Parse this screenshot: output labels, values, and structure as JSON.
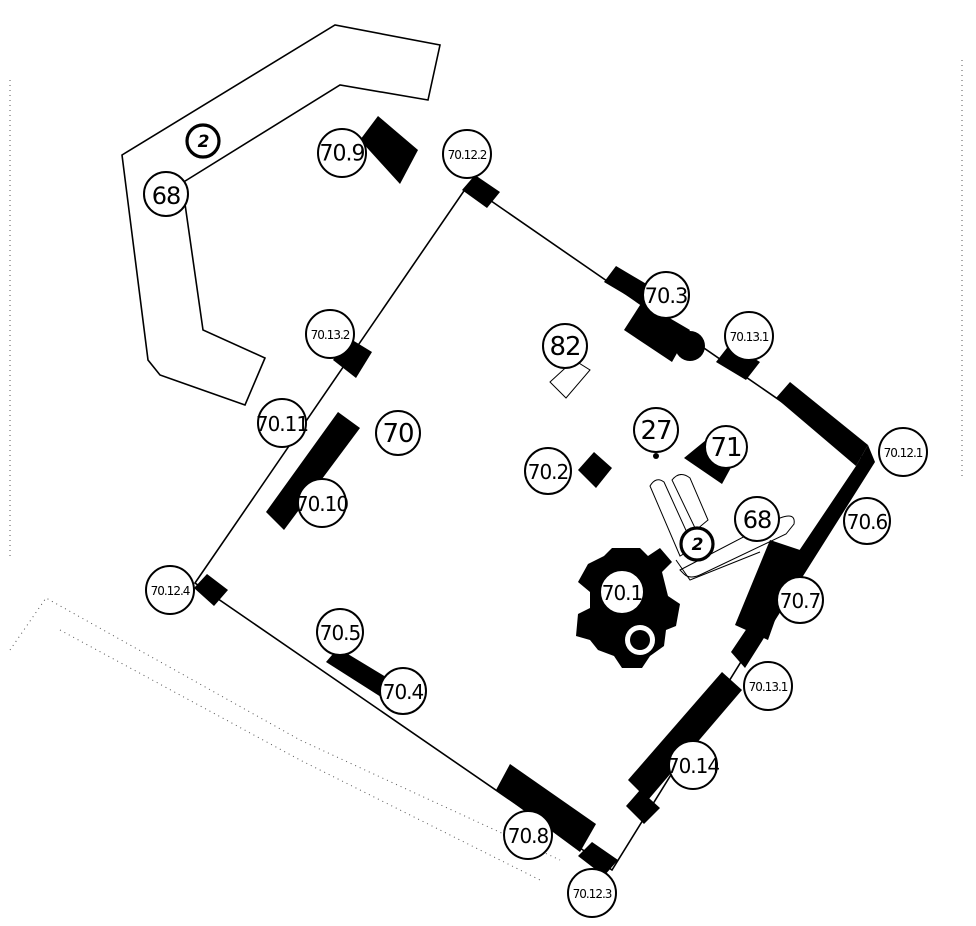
{
  "labels": {
    "l68a": "68",
    "l2a": "2",
    "l70_9": "70.9",
    "l70_12_2": "70.12.2",
    "l70_3": "70.3",
    "l70_13_1a": "70.13.1",
    "l82": "82",
    "l70_13_2": "70.13.2",
    "l70_11": "70.11",
    "l70": "70",
    "l27": "27",
    "l71": "71",
    "l70_12_1": "70.12.1",
    "l70_2": "70.2",
    "l70_10": "70.10",
    "l68b": "68",
    "l70_6": "70.6",
    "l2b": "2",
    "l70_12_4": "70.12.4",
    "l70_1": "70.1",
    "l70_7": "70.7",
    "l70_5": "70.5",
    "l70_4": "70.4",
    "l70_13_1b": "70.13.1",
    "l70_14": "70.14",
    "l70_8": "70.8",
    "l70_12_3": "70.12.3"
  }
}
